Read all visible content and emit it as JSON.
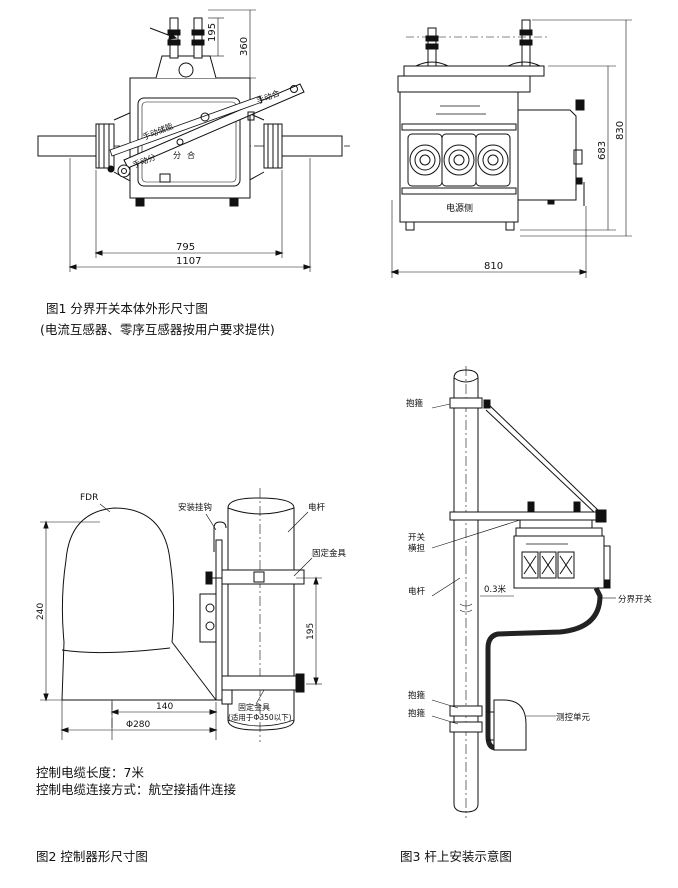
{
  "fig1": {
    "dims": {
      "d195": "195",
      "d360": "360",
      "d795": "795",
      "d1107": "1107",
      "d810": "810",
      "d683": "683",
      "d830": "830"
    },
    "labels": {
      "manual_close": "手动合",
      "manual_energy": "手动储能",
      "manual_open": "手动分",
      "open": "分",
      "close": "合",
      "power_side": "电源侧"
    },
    "caption_line1": "图1 分界开关本体外形尺寸图",
    "caption_line2": "(电流互感器、零序互感器按用户要求提供)"
  },
  "fig2": {
    "labels": {
      "fdr": "FDR",
      "hook": "安装挂钩",
      "pole": "电杆",
      "clamp": "固定金具",
      "clamp_bottom": "固定金具",
      "clamp_note": "(适用于Φ350以下)"
    },
    "dims": {
      "d240": "240",
      "d195": "195",
      "d140": "140",
      "d280": "Φ280"
    },
    "note_line1": "控制电缆长度：7米",
    "note_line2": "控制电缆连接方式：航空接插件连接",
    "caption": "图2 控制器形尺寸图"
  },
  "fig3": {
    "labels": {
      "hoop_top": "抱箍",
      "switch_arm_1": "开关",
      "switch_arm_2": "横担",
      "pole": "电杆",
      "dist": "0.3米",
      "switch": "分界开关",
      "hoop_mid": "抱箍",
      "hoop_low": "抱箍",
      "control_unit": "测控单元"
    },
    "caption": "图3 杆上安装示意图"
  }
}
